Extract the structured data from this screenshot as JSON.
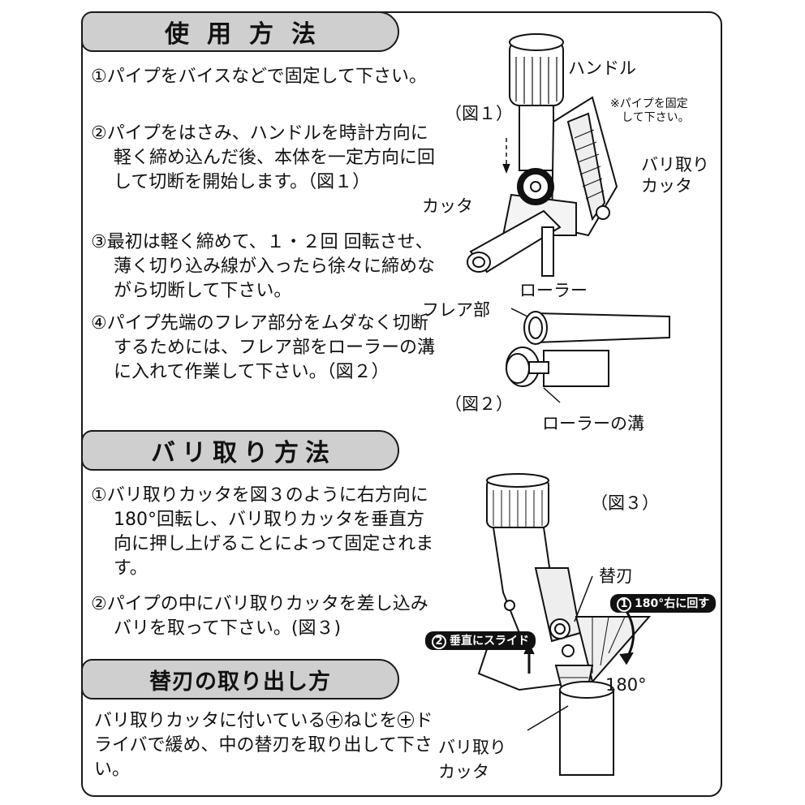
{
  "sections": {
    "usage": {
      "title": "使用方法",
      "steps": [
        "①パイプをバイスなどで固定して下さい。",
        "②パイプをはさみ、ハンドルを時計方向に軽く締め込んだ後、本体を一定方向に回して切断を開始します。（図１）",
        "③最初は軽く締めて、１・２回 回転させ、薄く切り込み線が入ったら徐々に締めながら切断して下さい。",
        "④パイプ先端のフレア部分をムダなく切断するためには、フレア部をローラーの溝に入れて作業して下さい。（図２）"
      ]
    },
    "deburr": {
      "title": "バリ取り方法",
      "steps": [
        "①バリ取りカッタを図３のように右方向に180°回転し、バリ取りカッタを垂直方向に押し上げることによって固定されます。",
        "②パイプの中にバリ取りカッタを差し込みバリを取って下さい。(図３)"
      ]
    },
    "blade": {
      "title": "替刃の取り出し方",
      "text_a": "バリ取りカッタに付いている",
      "text_b": "ねじを",
      "text_c": "ドライバで緩め、中の替刃を取り出して下さい。"
    }
  },
  "figures": {
    "fig1": {
      "caption": "（図１）",
      "handle": "ハンドル",
      "note": "※パイプを固定\n　して下さい。",
      "deburr_cutter": "バリ取り\nカッタ",
      "cutter": "カッタ",
      "roller": "ローラー"
    },
    "fig2": {
      "caption": "（図２）",
      "flare": "フレア部",
      "groove": "ローラーの溝"
    },
    "fig3": {
      "caption": "（図３）",
      "blade": "替刃",
      "badge1_num": "1",
      "badge1": "180°右に回す",
      "badge2_num": "2",
      "badge2": "垂直にスライド",
      "angle": "180°",
      "deburr_cutter": "バリ取り\nカッタ"
    }
  }
}
